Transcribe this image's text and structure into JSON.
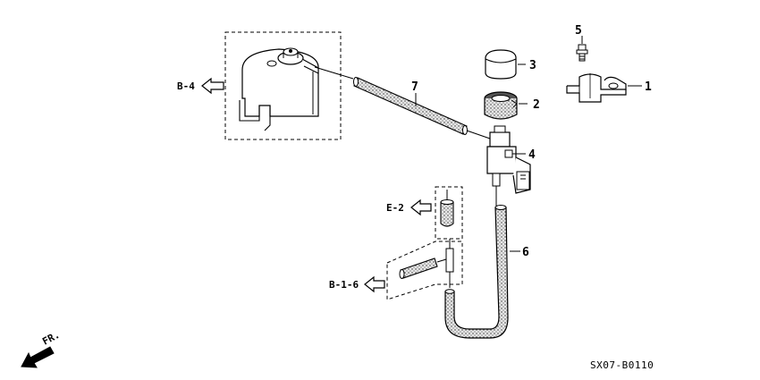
{
  "callouts": {
    "n1": "1",
    "n2": "2",
    "n3": "3",
    "n4": "4",
    "n5": "5",
    "n6": "6",
    "n7": "7"
  },
  "references": {
    "b4": "B-4",
    "e2": "E-2",
    "b16": "B-1-6"
  },
  "orientation": "FR.",
  "diagram_code": "SX07-B0110",
  "colors": {
    "line": "#000000",
    "hose_fill": "#d9d9d9",
    "background": "#ffffff"
  }
}
